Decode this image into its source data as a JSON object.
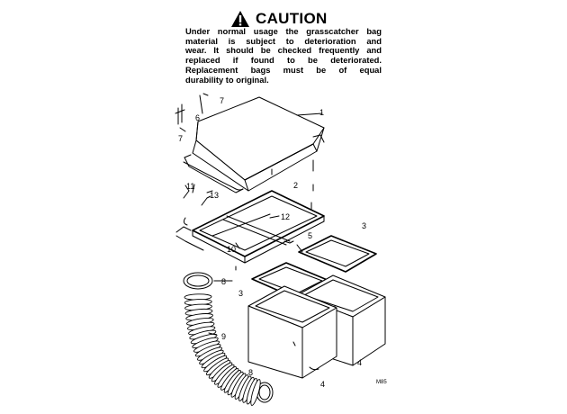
{
  "caution": {
    "title": "CAUTION",
    "lines": [
      "Under normal usage the grasscatcher bag",
      "material is subject to deterioration and",
      "wear. It should be checked frequently and",
      "replaced if found to be deteriorated.",
      "Replacement bags must be of equal",
      "durability to original."
    ]
  },
  "callouts": [
    "1",
    "2",
    "3",
    "3",
    "4",
    "4",
    "5",
    "6",
    "7",
    "7",
    "8",
    "9",
    "10",
    "11",
    "12",
    "13"
  ],
  "figure_code": "M85"
}
